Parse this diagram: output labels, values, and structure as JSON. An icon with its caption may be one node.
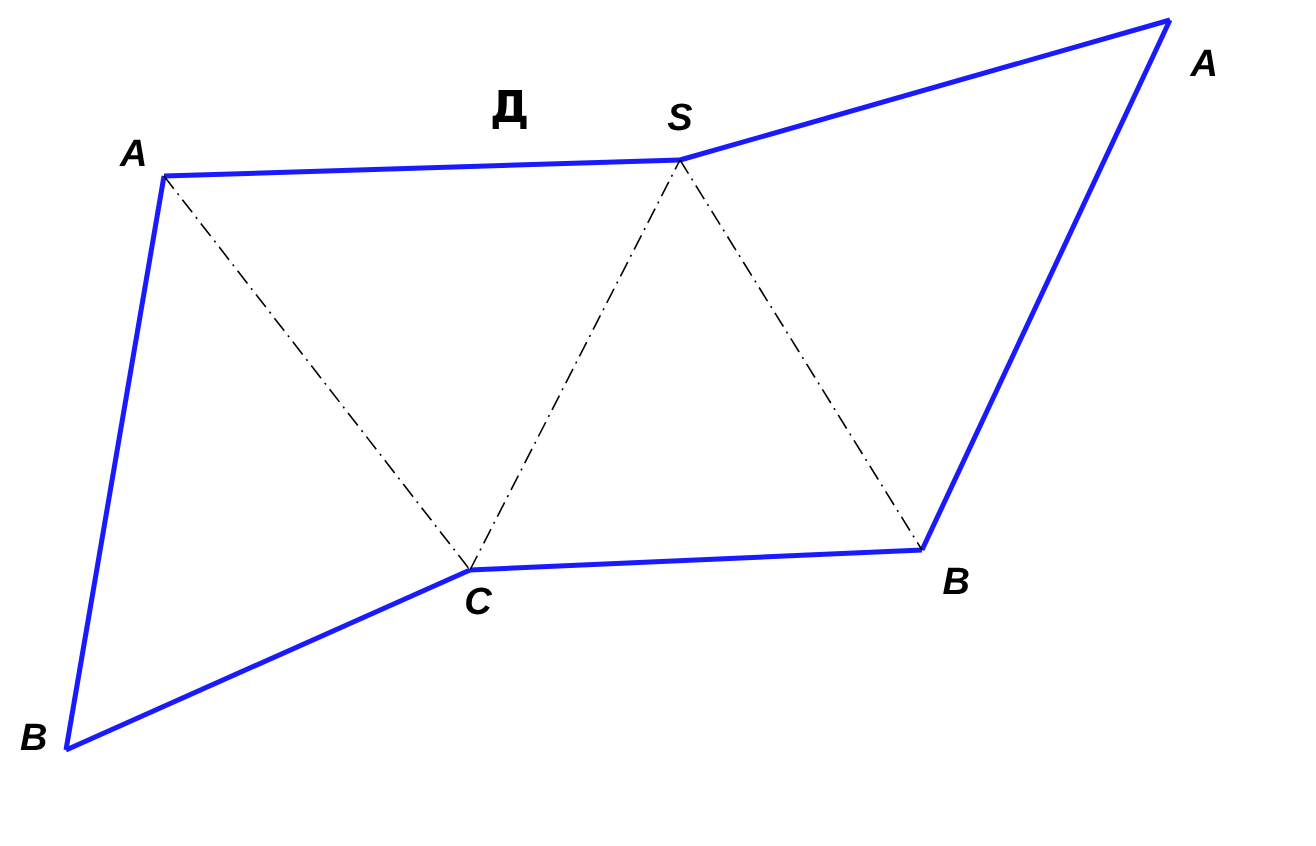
{
  "diagram": {
    "nodes": [
      {
        "text": [
          "A"
        ]
      },
      {
        "text": [
          "S"
        ]
      },
      {
        "text": [
          "A"
        ]
      },
      {
        "text": [
          "B"
        ]
      },
      {
        "text": [
          "C"
        ]
      },
      {
        "text": [
          "B"
        ]
      }
    ],
    "edges": [
      {
        "from": 0,
        "to": 1,
        "arrow": "none"
      },
      {
        "from": 1,
        "to": 2,
        "arrow": "none"
      },
      {
        "from": 2,
        "to": 5,
        "arrow": "none"
      },
      {
        "from": 5,
        "to": 4,
        "arrow": "none"
      },
      {
        "from": 4,
        "to": 3,
        "arrow": "none"
      },
      {
        "from": 3,
        "to": 0,
        "arrow": "none"
      },
      {
        "from": 0,
        "to": 4,
        "arrow": "none",
        "style": "dashed",
        "color": "#000000"
      },
      {
        "from": 4,
        "to": 1,
        "arrow": "none",
        "style": "dashed",
        "color": "#000000"
      },
      {
        "from": 1,
        "to": 5,
        "arrow": "none",
        "style": "dashed",
        "color": "#000000"
      }
    ],
    "labels": [
      "Д"
    ]
  }
}
